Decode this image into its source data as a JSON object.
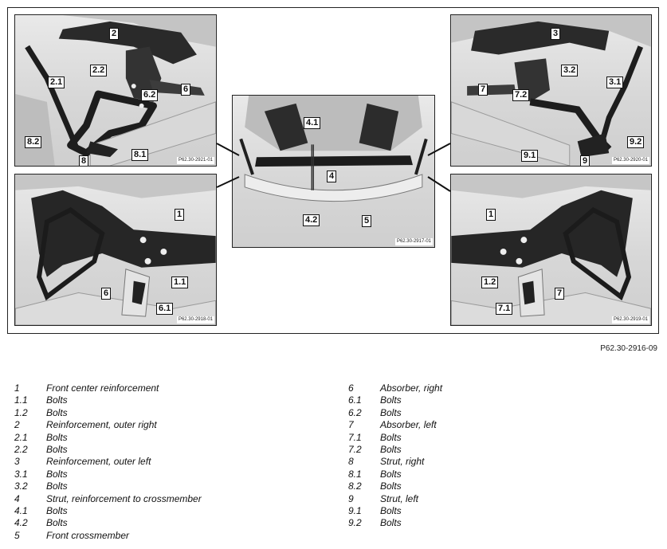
{
  "figure_code": "P62.30-2916-09",
  "panels": {
    "top_left": {
      "code": "P62.30-2921-01",
      "callouts": [
        "2",
        "2.2",
        "2.1",
        "6",
        "6.2",
        "8.2",
        "8",
        "8.1"
      ]
    },
    "bottom_left": {
      "code": "P62.30-2918-01",
      "callouts": [
        "1",
        "1.1",
        "6",
        "6.1"
      ]
    },
    "center": {
      "code": "P62.30-2917-01",
      "callouts": [
        "4.1",
        "4",
        "4.2",
        "5"
      ]
    },
    "top_right": {
      "code": "P62.30-2920-01",
      "callouts": [
        "3",
        "3.2",
        "3.1",
        "7",
        "7.2",
        "9.2",
        "9.1",
        "9"
      ]
    },
    "bottom_right": {
      "code": "P62.30-2919-01",
      "callouts": [
        "1",
        "1.2",
        "7",
        "7.1"
      ]
    }
  },
  "legend": {
    "left": [
      {
        "num": "1",
        "desc": "Front center reinforcement"
      },
      {
        "num": "1.1",
        "desc": "Bolts"
      },
      {
        "num": "1.2",
        "desc": "Bolts"
      },
      {
        "num": "2",
        "desc": "Reinforcement, outer right"
      },
      {
        "num": "2.1",
        "desc": "Bolts"
      },
      {
        "num": "2.2",
        "desc": "Bolts"
      },
      {
        "num": "3",
        "desc": "Reinforcement, outer left"
      },
      {
        "num": "3.1",
        "desc": "Bolts"
      },
      {
        "num": "3.2",
        "desc": "Bolts"
      },
      {
        "num": "4",
        "desc": "Strut, reinforcement to crossmember"
      },
      {
        "num": "4.1",
        "desc": "Bolts"
      },
      {
        "num": "4.2",
        "desc": "Bolts"
      },
      {
        "num": "5",
        "desc": "Front crossmember"
      }
    ],
    "right": [
      {
        "num": "6",
        "desc": "Absorber, right"
      },
      {
        "num": "6.1",
        "desc": "Bolts"
      },
      {
        "num": "6.2",
        "desc": "Bolts"
      },
      {
        "num": "7",
        "desc": "Absorber, left"
      },
      {
        "num": "7.1",
        "desc": "Bolts"
      },
      {
        "num": "7.2",
        "desc": "Bolts"
      },
      {
        "num": "8",
        "desc": "Strut, right"
      },
      {
        "num": "8.1",
        "desc": "Bolts"
      },
      {
        "num": "8.2",
        "desc": "Bolts"
      },
      {
        "num": "9",
        "desc": "Strut, left"
      },
      {
        "num": "9.1",
        "desc": "Bolts"
      },
      {
        "num": "9.2",
        "desc": "Bolts"
      }
    ]
  }
}
